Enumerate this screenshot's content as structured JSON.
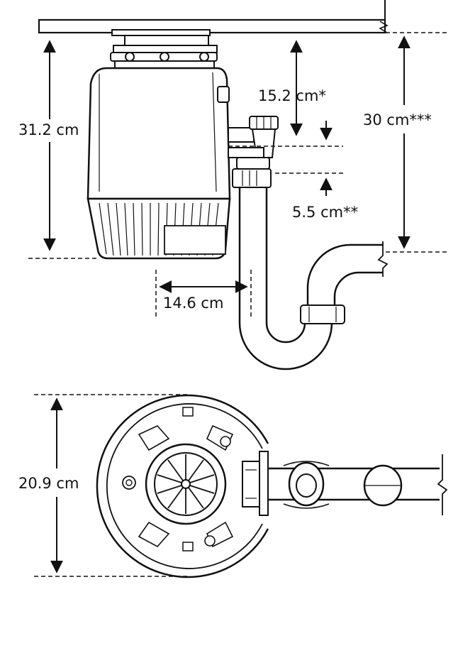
{
  "dimensions": {
    "unit_height": "31.2 cm",
    "inlet_to_outlet": "15.2 cm*",
    "outlet_height": "5.5 cm**",
    "drain_height": "30 cm***",
    "outlet_offset": "14.6 cm",
    "unit_diameter": "20.9 cm"
  },
  "colors": {
    "line": "#111111",
    "background": "#ffffff",
    "shade": "#f3f3f3"
  },
  "icons": {
    "arrow": "arrowhead",
    "pipe_break": "break-mark-icon"
  }
}
